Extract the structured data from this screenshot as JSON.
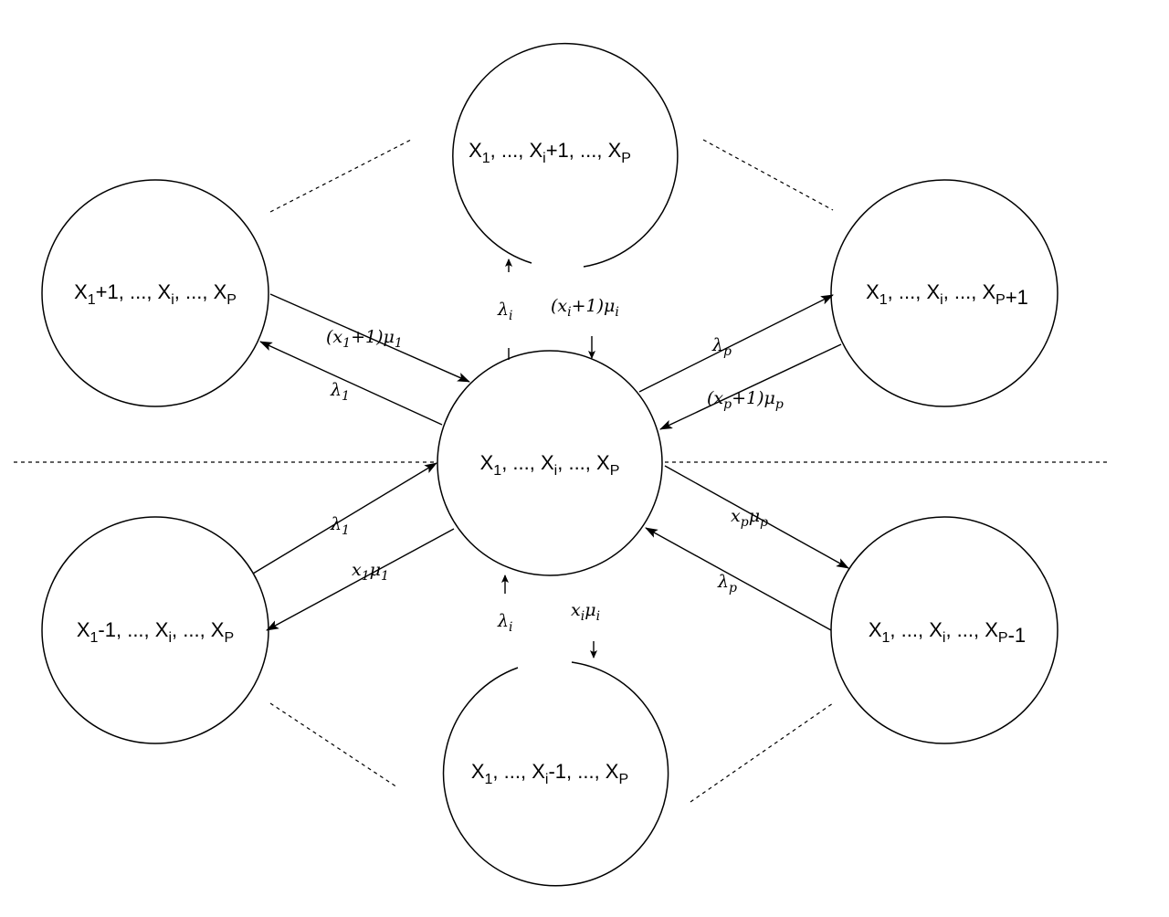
{
  "states": {
    "center": [
      "X",
      "1",
      ", ..., X",
      "i",
      ", ..., X",
      "P",
      ""
    ],
    "top": [
      "X",
      "1",
      ", ..., X",
      "i",
      "+1, ..., X",
      "P",
      ""
    ],
    "bottom": [
      "X",
      "1",
      ", ..., X",
      "i",
      "-1, ..., X",
      "P",
      ""
    ],
    "left_top": [
      "X",
      "1",
      "+1, ..., X",
      "i",
      ", ..., X",
      "P",
      ""
    ],
    "left_bottom": [
      "X",
      "1",
      "-1, ..., X",
      "i",
      ", ..., X",
      "P",
      ""
    ],
    "right_top": [
      "X",
      "1",
      ", ..., X",
      "i",
      ", ..., X",
      "P",
      "+1"
    ],
    "right_bottom": [
      "X",
      "1",
      ", ..., X",
      "i",
      ", ..., X",
      "P",
      "-1"
    ]
  },
  "rates": {
    "top_arrival": [
      "λ",
      "i",
      ""
    ],
    "top_service": [
      "(x",
      "i",
      "+1)μ",
      "i",
      ""
    ],
    "left_top_service": [
      "(x",
      "1",
      "+1)μ",
      "1",
      ""
    ],
    "left_top_arrival": [
      "λ",
      "1",
      ""
    ],
    "right_top_arrival": [
      "λ",
      "p",
      ""
    ],
    "right_top_service": [
      "(x",
      "p",
      "+1)μ",
      "p",
      ""
    ],
    "left_bottom_arrival": [
      "λ",
      "1",
      ""
    ],
    "left_bottom_service": [
      "x",
      "1",
      "μ",
      "1",
      ""
    ],
    "right_bottom_service": [
      "x",
      "p",
      "μ",
      "p",
      ""
    ],
    "right_bottom_arrival": [
      "λ",
      "p",
      ""
    ],
    "bottom_arrival": [
      "λ",
      "i",
      ""
    ],
    "bottom_service": [
      "x",
      "i",
      "μ",
      "i",
      ""
    ]
  }
}
